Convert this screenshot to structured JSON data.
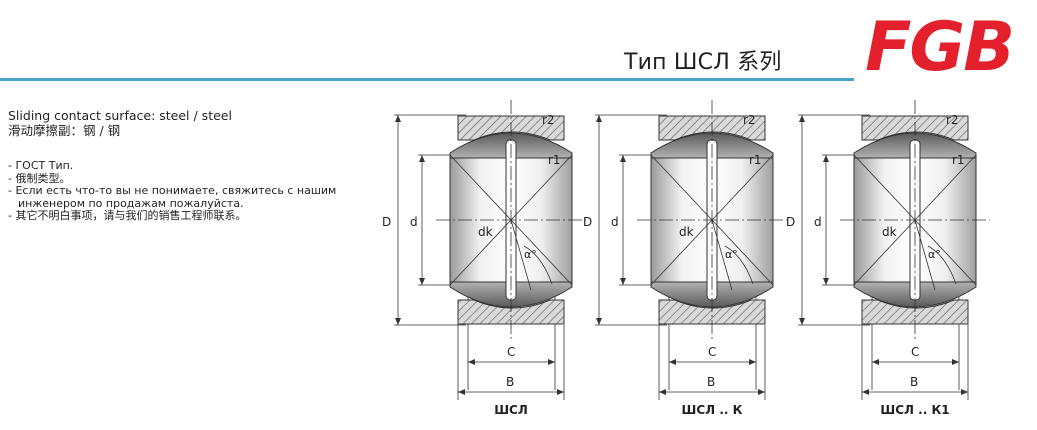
{
  "header": {
    "title": "Тип ШСЛ 系列",
    "logo_text": "FGB",
    "brand_color": "#e3202b",
    "rule_color": "#4aa3c7"
  },
  "intro": {
    "line_en": "Sliding contact surface: steel / steel",
    "line_cn": "滑动摩擦副：钢 / 钢"
  },
  "notes": [
    "- ГОСТ Тип.",
    "- 俄制类型。",
    "- Если есть что-то вы не понимаете, свяжитесь с нашим",
    "инженером по продажам пожалуйста.",
    "- 其它不明白事项，请与我们的销售工程师联系。"
  ],
  "diagrams": [
    {
      "caption": "ШСЛ",
      "labels": {
        "D": "D",
        "d": "d",
        "dk": "dk",
        "alpha": "α°",
        "r1": "r1",
        "r2": "r2",
        "C": "C",
        "B": "B"
      }
    },
    {
      "caption": "ШСЛ .. К",
      "labels": {
        "D": "D",
        "d": "d",
        "dk": "dk",
        "alpha": "α°",
        "r1": "r1",
        "r2": "r2",
        "C": "C",
        "B": "B"
      }
    },
    {
      "caption": "ШСЛ .. К1",
      "labels": {
        "D": "D",
        "d": "d",
        "dk": "dk",
        "alpha": "α°",
        "r1": "r1",
        "r2": "r2",
        "C": "C",
        "B": "B"
      }
    }
  ]
}
